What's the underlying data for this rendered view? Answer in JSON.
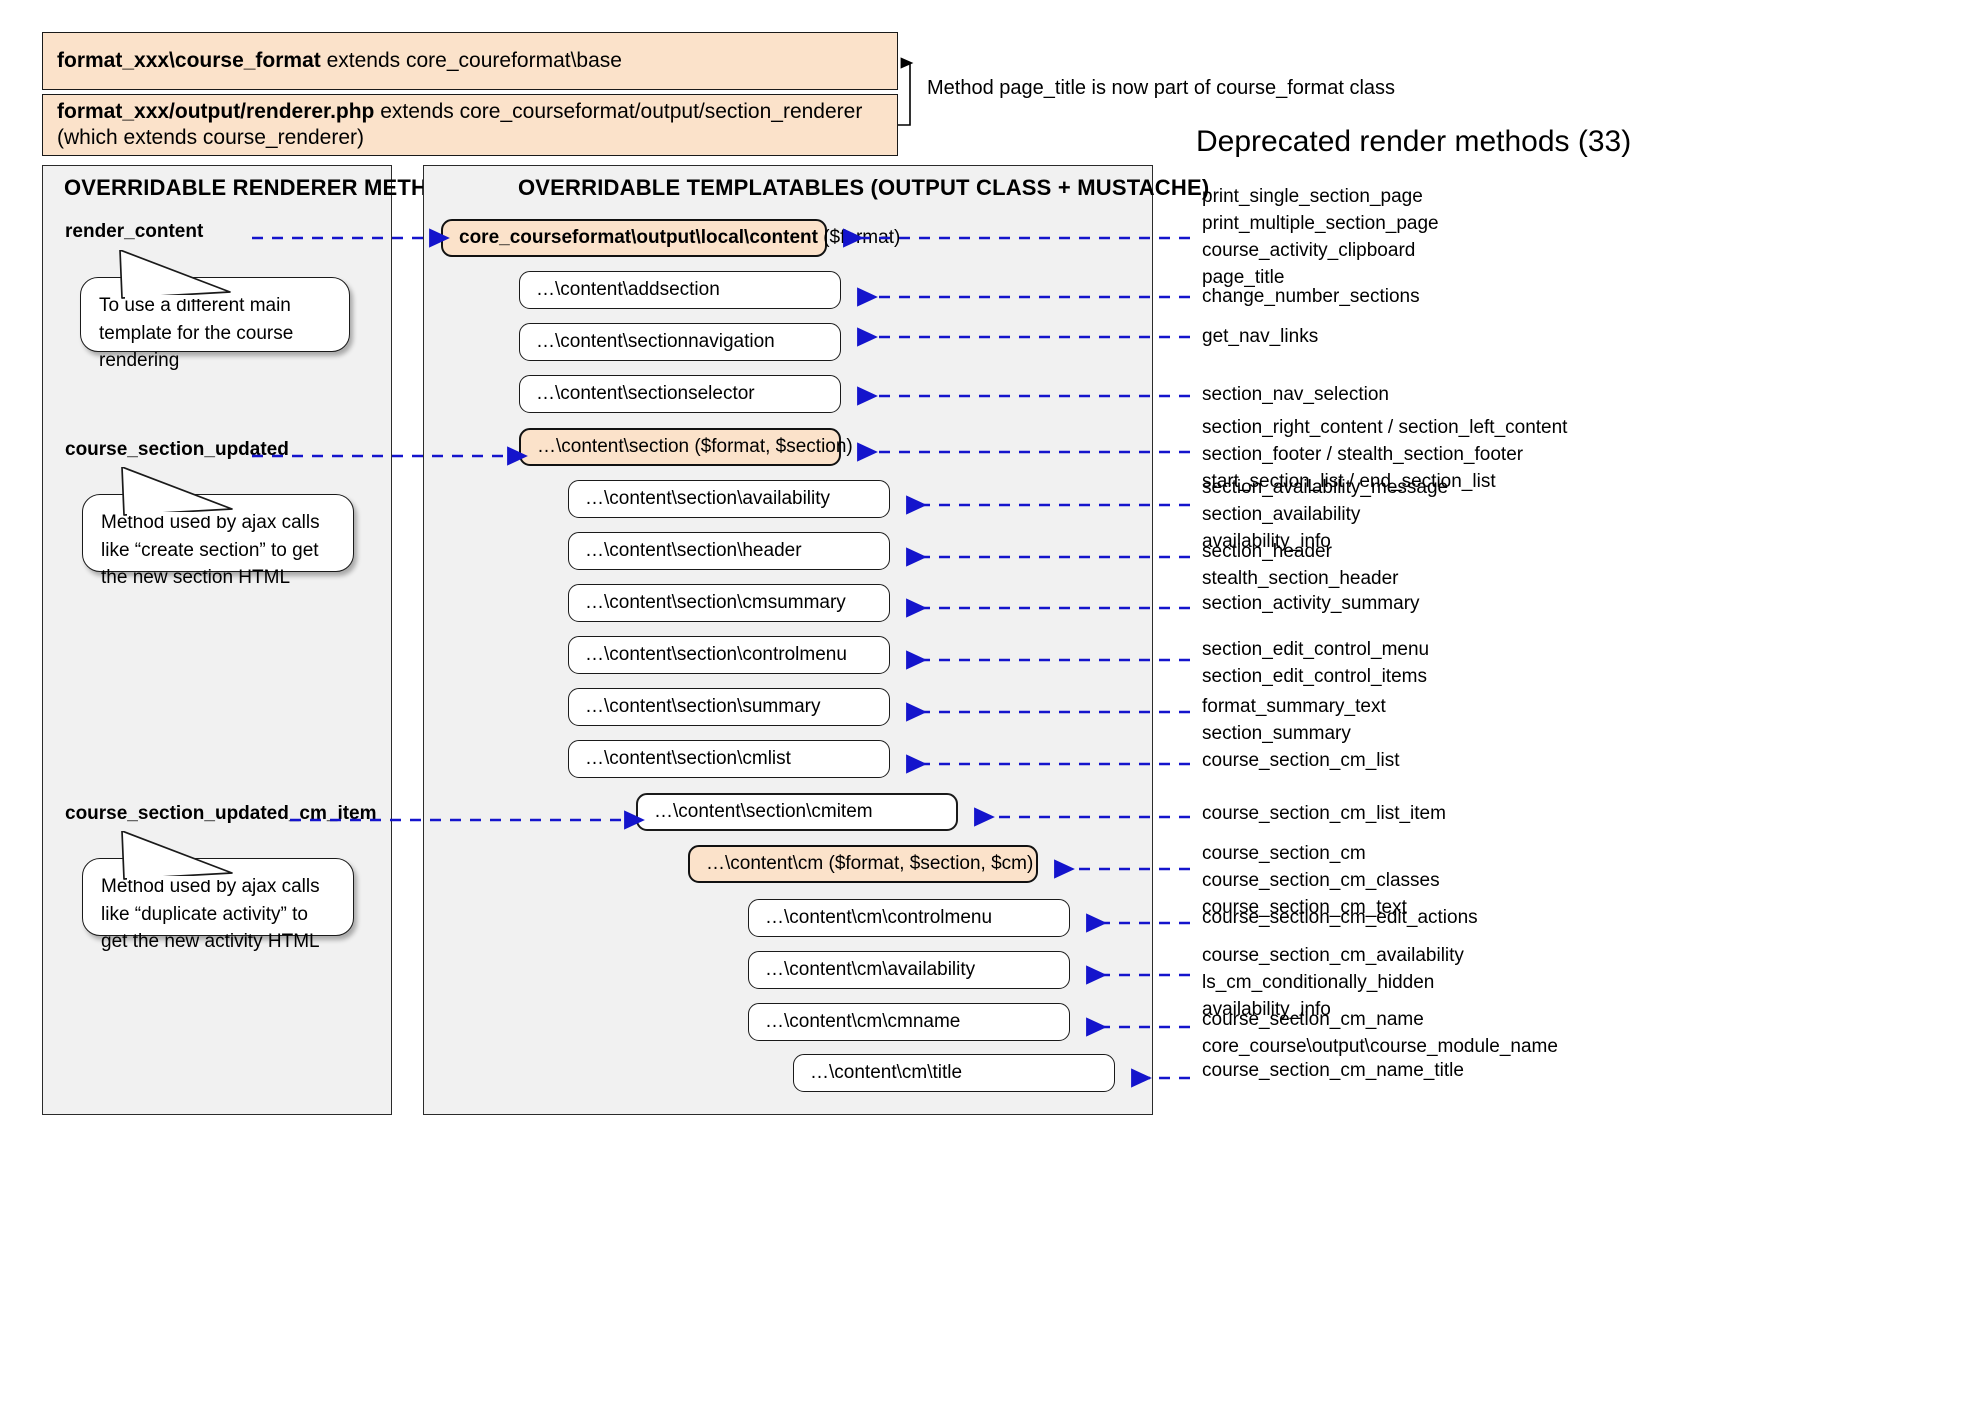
{
  "header": {
    "boxes": [
      {
        "bold": "format_xxx\\course_format",
        "rest": " extends core_coureformat\\base"
      },
      {
        "bold": "format_xxx/output/renderer.php",
        "rest": " extends core_courseformat/output/section_renderer (which extends course_renderer)"
      }
    ],
    "note": "Method page_title is now part of course_format class",
    "deprecated_title": "Deprecated render methods (33)"
  },
  "panels": {
    "left_title": "OVERRIDABLE RENDERER METHODS",
    "right_title": "OVERRIDABLE TEMPLATABLES (OUTPUT CLASS + MUSTACHE)"
  },
  "renderer_methods": [
    {
      "label": "render_content",
      "callout": "To use a different main template for the course rendering"
    },
    {
      "label": "course_section_updated",
      "callout": "Method used by ajax calls like “create section” to get the new section HTML"
    },
    {
      "label": "course_section_updated_cm_item",
      "callout": "Method used by ajax calls like “duplicate activity” to get the new activity HTML"
    }
  ],
  "templatables": [
    {
      "bold": "core_courseformat\\output\\local\\content",
      "rest": " ($format)",
      "highlight": true
    },
    {
      "bold": "",
      "rest": "…\\content\\addsection",
      "highlight": false
    },
    {
      "bold": "",
      "rest": "…\\content\\sectionnavigation",
      "highlight": false
    },
    {
      "bold": "",
      "rest": "…\\content\\sectionselector",
      "highlight": false
    },
    {
      "bold": "",
      "rest": "…\\content\\section ($format, $section)",
      "highlight": true
    },
    {
      "bold": "",
      "rest": "…\\content\\section\\availability",
      "highlight": false
    },
    {
      "bold": "",
      "rest": "…\\content\\section\\header",
      "highlight": false
    },
    {
      "bold": "",
      "rest": "…\\content\\section\\cmsummary",
      "highlight": false
    },
    {
      "bold": "",
      "rest": "…\\content\\section\\controlmenu",
      "highlight": false
    },
    {
      "bold": "",
      "rest": "…\\content\\section\\summary",
      "highlight": false
    },
    {
      "bold": "",
      "rest": "…\\content\\section\\cmlist",
      "highlight": false
    },
    {
      "bold": "",
      "rest": "…\\content\\section\\cmitem",
      "highlight": false
    },
    {
      "bold": "",
      "rest": "…\\content\\cm ($format, $section, $cm)",
      "highlight": true
    },
    {
      "bold": "",
      "rest": "…\\content\\cm\\controlmenu",
      "highlight": false
    },
    {
      "bold": "",
      "rest": "…\\content\\cm\\availability",
      "highlight": false
    },
    {
      "bold": "",
      "rest": "…\\content\\cm\\cmname",
      "highlight": false
    },
    {
      "bold": "",
      "rest": "…\\content\\cm\\title",
      "highlight": false
    }
  ],
  "deprecated_groups": [
    {
      "lines": [
        "print_single_section_page",
        "print_multiple_section_page",
        "course_activity_clipboard",
        "page_title"
      ]
    },
    {
      "lines": [
        "change_number_sections"
      ]
    },
    {
      "lines": [
        "get_nav_links"
      ]
    },
    {
      "lines": [
        "section_nav_selection"
      ]
    },
    {
      "lines": [
        "section_right_content / section_left_content",
        "section_footer / stealth_section_footer",
        "start_section_list / end_section_list"
      ]
    },
    {
      "lines": [
        "section_availability_message",
        "section_availability",
        "availability_info"
      ]
    },
    {
      "lines": [
        "section_header",
        "stealth_section_header"
      ]
    },
    {
      "lines": [
        "section_activity_summary"
      ]
    },
    {
      "lines": [
        "section_edit_control_menu",
        "section_edit_control_items"
      ]
    },
    {
      "lines": [
        "format_summary_text",
        "section_summary"
      ]
    },
    {
      "lines": [
        "course_section_cm_list"
      ]
    },
    {
      "lines": [
        "course_section_cm_list_item"
      ]
    },
    {
      "lines": [
        "course_section_cm",
        "course_section_cm_classes",
        "course_section_cm_text"
      ]
    },
    {
      "lines": [
        "course_section_cm_edit_actions"
      ]
    },
    {
      "lines": [
        "course_section_cm_availability",
        "ls_cm_conditionally_hidden",
        "availability_info"
      ]
    },
    {
      "lines": [
        "course_section_cm_name",
        "core_course\\output\\course_module_name"
      ]
    },
    {
      "lines": [
        "course_section_cm_name_title"
      ]
    }
  ],
  "colors": {
    "highlight_fill": "#fbe2ca",
    "panel_fill": "#f1f1f1",
    "connector": "#1414cc",
    "border": "#1a1a1a"
  }
}
